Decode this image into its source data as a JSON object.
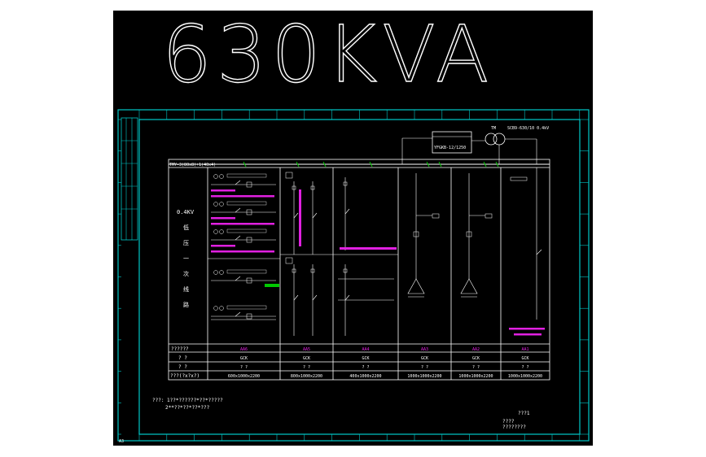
{
  "title": "630KVA",
  "colors": {
    "background": "#000000",
    "frame": "#00c8c8",
    "lines": "#ffffff",
    "labels": "#e020e0",
    "busbar": "#00c800"
  },
  "busbar_label": "TMY-3(80x8)+1(40x4)",
  "transformer": {
    "rating": "SCB9-630/10 0.4kV",
    "symbol": "TM",
    "box_label": "YFGKB-12/1250"
  },
  "row_labels": [
    "??????",
    "? ?",
    "? ?",
    "???(?x?x?)"
  ],
  "side_caption": [
    "0.4KV",
    "低",
    "压",
    "一",
    "次",
    "线",
    "路"
  ],
  "panels": [
    {
      "number": "AA6",
      "type": "GCK",
      "name": "? ?",
      "size": "600x1000x2200"
    },
    {
      "number": "AA5",
      "type": "GCK",
      "name": "? ?",
      "size": "800x1000x2200"
    },
    {
      "number": "AA4",
      "type": "GCK",
      "name": "? ?",
      "size": "400x1000x2200"
    },
    {
      "number": "AA3",
      "type": "GCK",
      "name": "? ?",
      "size": "1000x1000x2200"
    },
    {
      "number": "AA2",
      "type": "GCK",
      "name": "? ?",
      "size": "1000x1000x2200"
    },
    {
      "number": "AA1",
      "type": "GCK",
      "name": "? ?",
      "size": "1000x1000x2200"
    }
  ],
  "notes": [
    "???: 1??*??????*??*?????",
    "2**??*??*??*???"
  ],
  "title_block": {
    "code": "???1",
    "line1": "????",
    "line2": "????????"
  },
  "corner_label": "A3"
}
